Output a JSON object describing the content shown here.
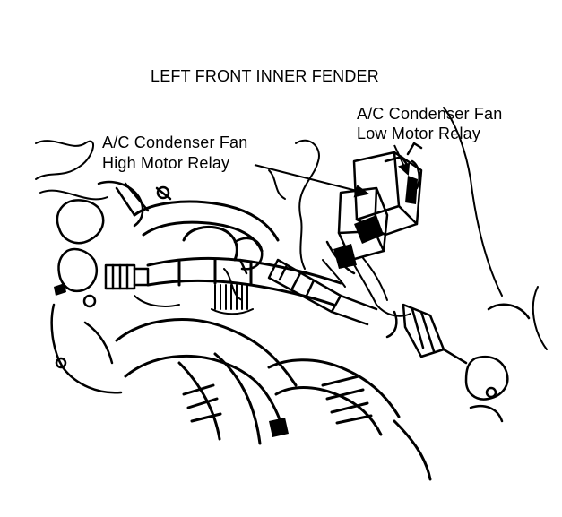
{
  "diagram": {
    "title": "LEFT FRONT INNER FENDER",
    "callouts": {
      "low_motor_relay": {
        "line1": "A/C Condenser Fan",
        "line2": "Low Motor Relay"
      },
      "high_motor_relay": {
        "line1": "A/C Condenser Fan",
        "line2": "High Motor Relay"
      }
    }
  },
  "colors": {
    "ink": "#000000",
    "paper": "#ffffff"
  }
}
